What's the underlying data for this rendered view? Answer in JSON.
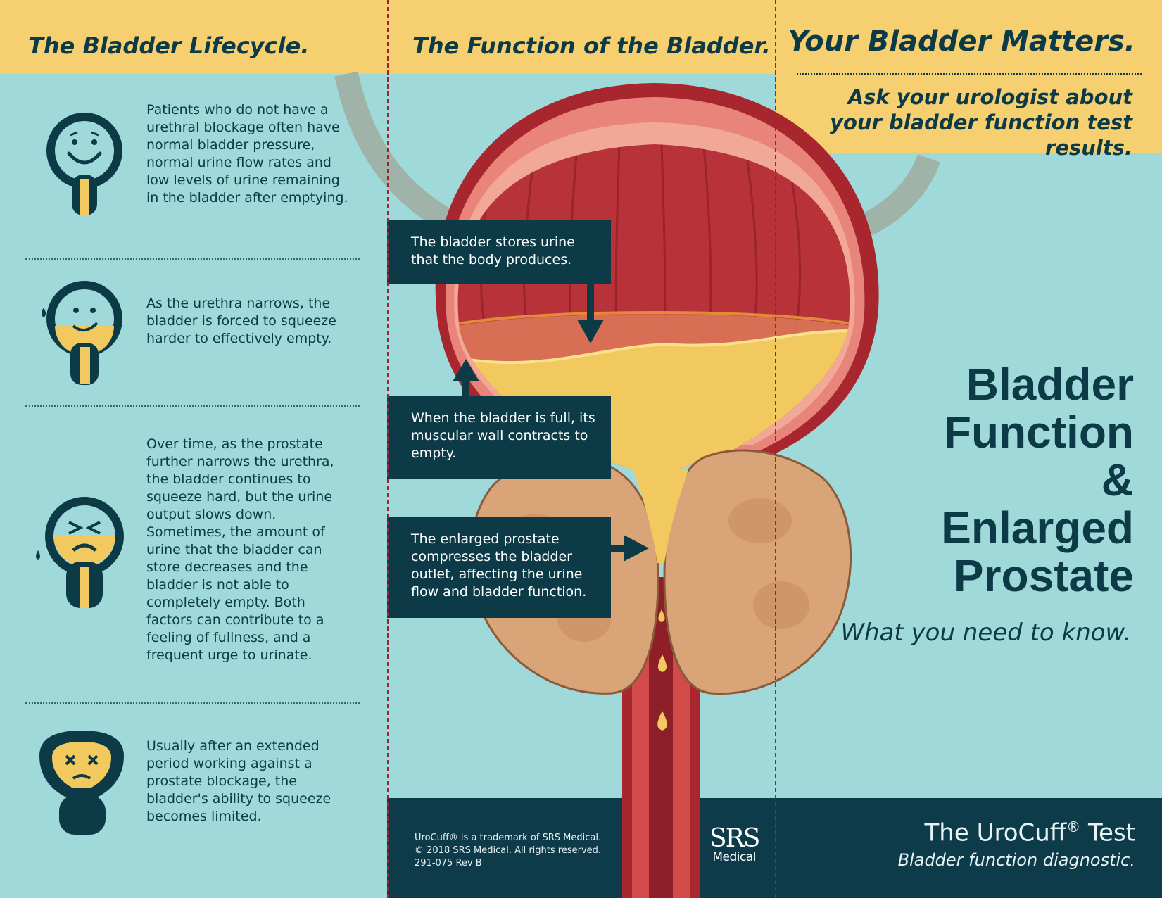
{
  "colors": {
    "background": "#9fd9da",
    "header_yellow": "#f5cf70",
    "navy": "#0c3a47",
    "fold_line": "#9c2331",
    "bladder_red": "#a8272f",
    "urine_yellow": "#f2c95e",
    "prostate_tan": "#d9a477"
  },
  "left_panel": {
    "header": "The Bladder Lifecycle.",
    "stages": [
      {
        "icon": "happy-bladder-icon",
        "text": "Patients who do not have a urethral blockage often have normal bladder pressure, normal urine flow rates and low levels of urine remaining in the bladder after emptying."
      },
      {
        "icon": "uneasy-bladder-icon",
        "text": "As the urethra narrows, the bladder is forced to squeeze harder to effectively empty."
      },
      {
        "icon": "straining-bladder-icon",
        "text": "Over time, as the prostate further narrows the urethra, the bladder continues to squeeze hard, but the urine output slows down. Sometimes, the amount of urine that the bladder can store decreases and the bladder is not able to completely empty. Both factors can contribute to a feeling of fullness, and a frequent urge to urinate."
      },
      {
        "icon": "exhausted-bladder-icon",
        "text": "Usually after an extended period working against a prostate blockage, the bladder's ability to squeeze becomes limited."
      }
    ]
  },
  "middle_panel": {
    "header": "The Function of the Bladder.",
    "callouts": [
      "The bladder stores urine that the body produces.",
      "When the bladder is full, its muscular wall contracts to empty.",
      "The enlarged prostate compresses the bladder outlet, affecting the urine flow and bladder function."
    ]
  },
  "right_panel": {
    "header_title": "Your Bladder Matters.",
    "header_sub": "Ask your urologist about your bladder function test results.",
    "title_lines": [
      "Bladder",
      "Function",
      "&",
      "Enlarged",
      "Prostate"
    ],
    "subtitle": "What you need to know."
  },
  "footer": {
    "legal_lines": [
      "UroCuff® is a trademark of SRS Medical.",
      "© 2018 SRS Medical. All rights reserved.",
      "291-075 Rev B"
    ],
    "logo_big": "SRS",
    "logo_small": "Medical",
    "test_name_a": "Uro",
    "test_name_b": "Cuff",
    "test_reg": "®",
    "test_prefix": "The",
    "test_suffix": "Test",
    "test_tagline": "Bladder function diagnostic."
  }
}
